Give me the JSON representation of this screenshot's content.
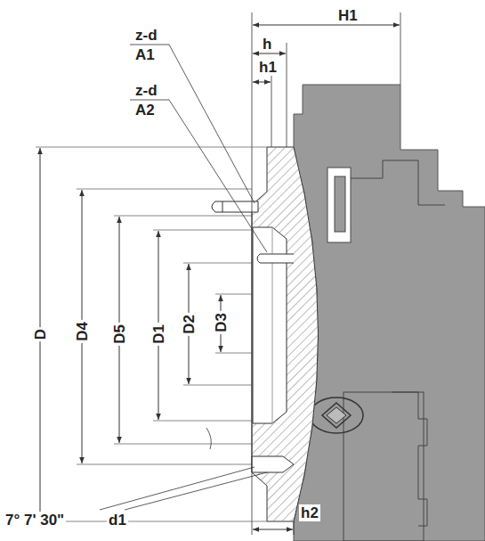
{
  "diagram": {
    "labels": [
      "H1",
      "z-d",
      "A1",
      "z-d",
      "A2",
      "h",
      "h1",
      "D",
      "D4",
      "D5",
      "D1",
      "D2",
      "D3",
      "7°  7'  30\"",
      "d1",
      "h2"
    ]
  }
}
